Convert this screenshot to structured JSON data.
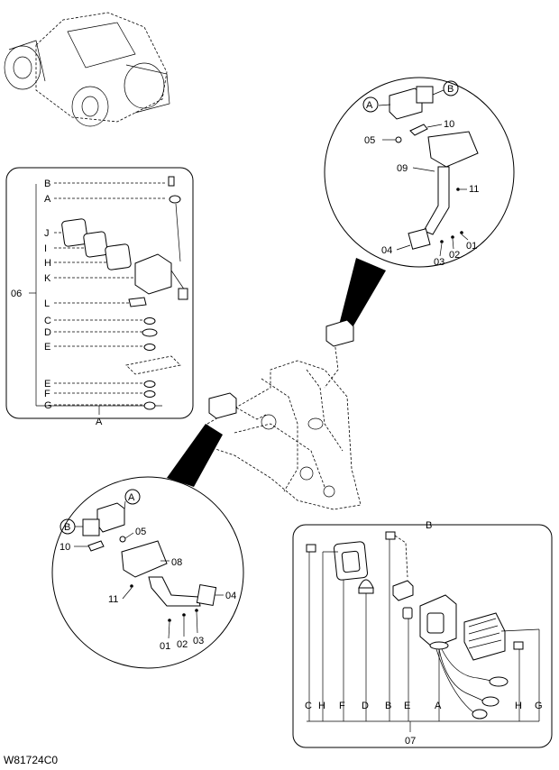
{
  "figure_code": "W81724C0",
  "detail_A": {
    "bottom_label": "A",
    "group_label": "06",
    "rows": [
      "B",
      "A",
      "J",
      "I",
      "H",
      "K",
      "L",
      "C",
      "D",
      "E",
      "E",
      "F",
      "G"
    ]
  },
  "detail_B": {
    "top_label": "B",
    "group_label": "07",
    "bottom_labels": [
      "C",
      "H",
      "F",
      "D",
      "B",
      "E",
      "A",
      "H",
      "G"
    ]
  },
  "upper_circle": {
    "callout_A": "A",
    "callout_B": "B",
    "labels": [
      "10",
      "05",
      "09",
      "11",
      "04",
      "03",
      "02",
      "01"
    ]
  },
  "lower_circle": {
    "callout_A": "A",
    "callout_B": "B",
    "labels": [
      "05",
      "10",
      "08",
      "11",
      "04",
      "01",
      "02",
      "03"
    ]
  }
}
